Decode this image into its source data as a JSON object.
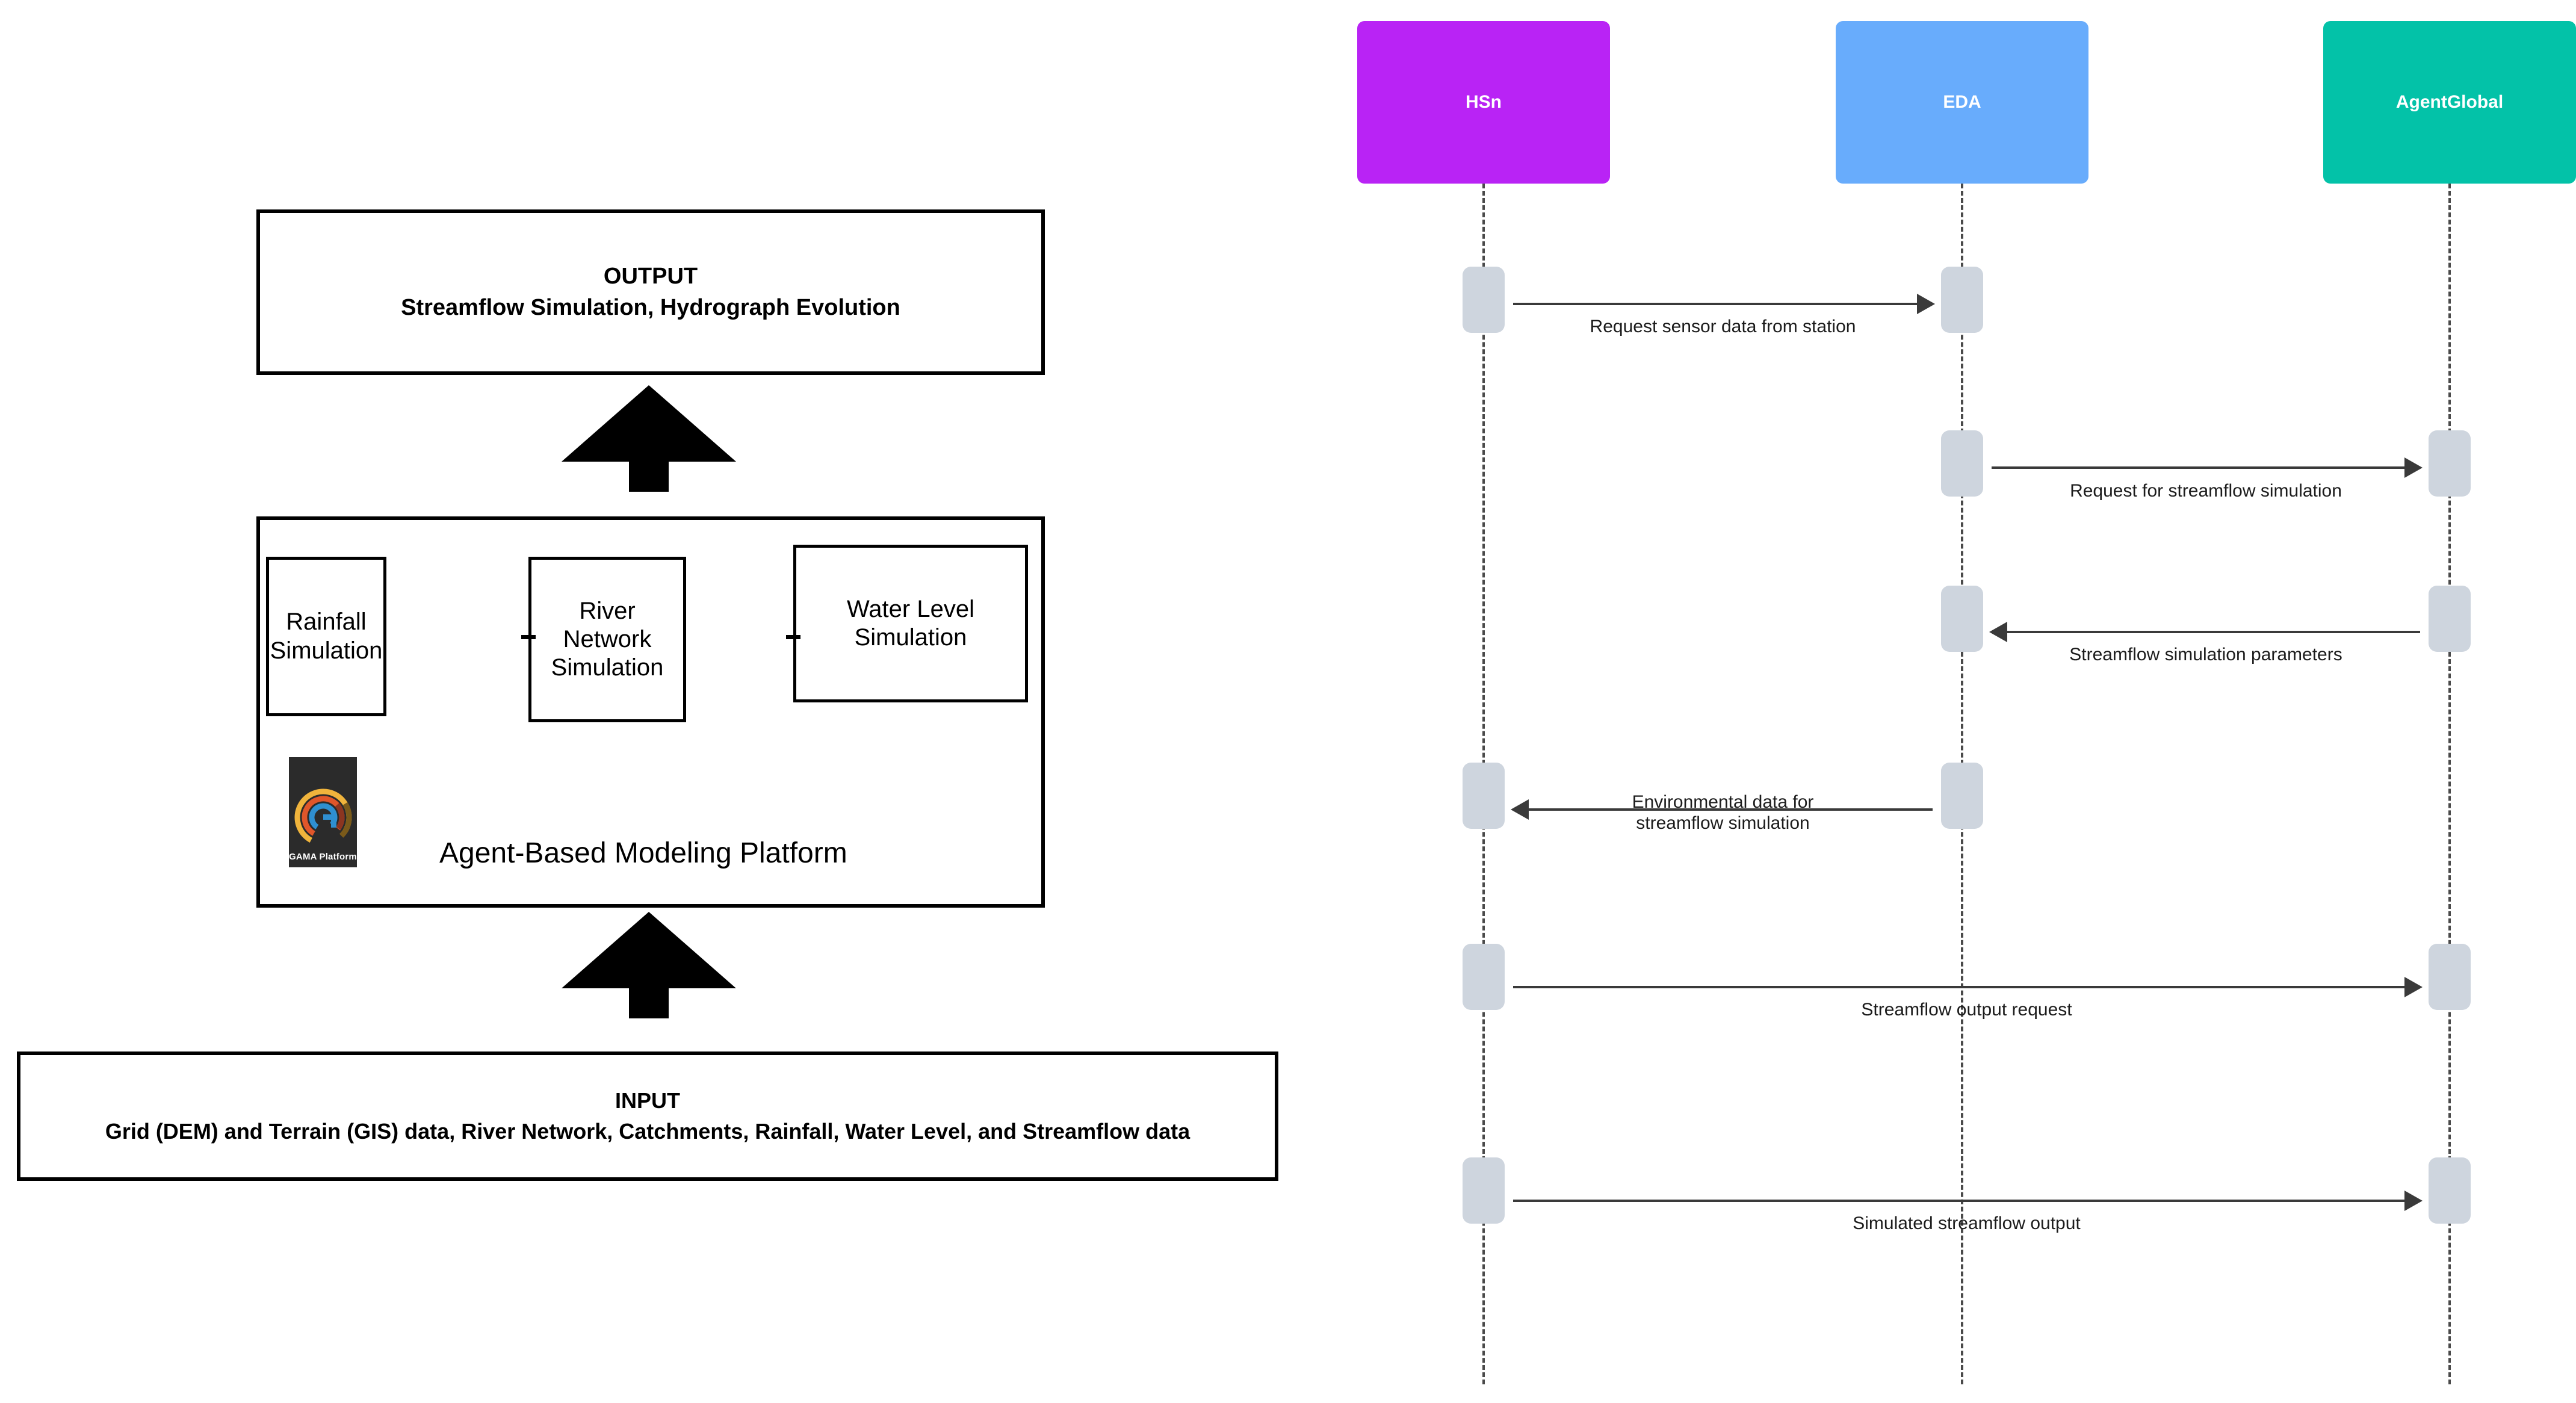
{
  "architecture": {
    "output_box": {
      "title": "OUTPUT",
      "subtitle": "Streamflow Simulation, Hydrograph Evolution"
    },
    "platform": {
      "label": "Agent-Based Modeling Platform",
      "logo_text": "GAMA Platform",
      "modules": [
        {
          "name": "Rainfall Simulation",
          "line1": "Rainfall",
          "line2": "Simulation"
        },
        {
          "name": "River Network Simulation",
          "line1": "River",
          "line2": "Network",
          "line3": "Simulation"
        },
        {
          "name": "Water Level Simulation",
          "line1": "Water Level",
          "line2": "Simulation"
        }
      ]
    },
    "input_box": {
      "title": "INPUT",
      "subtitle": "Grid (DEM) and Terrain (GIS) data, River Network, Catchments, Rainfall, Water Level, and Streamflow data"
    },
    "flow_arrows": [
      {
        "name": "input-to-platform",
        "direction": "up"
      },
      {
        "name": "platform-to-output",
        "direction": "up"
      }
    ]
  },
  "sequence_diagram": {
    "lifelines": [
      {
        "id": "hsn",
        "label": "HSn",
        "color": "#b923f5"
      },
      {
        "id": "eda",
        "label": "EDA",
        "color": "#68acfc"
      },
      {
        "id": "agentglobal",
        "label": "AgentGlobal",
        "color": "#03c2a8"
      }
    ],
    "activation_color": "#ced5de",
    "messages": [
      {
        "label": "Request sensor data from station",
        "from": "hsn",
        "to": "eda",
        "direction": "right"
      },
      {
        "label": "Request for streamflow simulation",
        "from": "eda",
        "to": "agentglobal",
        "direction": "right"
      },
      {
        "label": "Streamflow simulation parameters",
        "from": "agentglobal",
        "to": "eda",
        "direction": "left"
      },
      {
        "label": "Environmental data for\nstreamflow simulation",
        "from": "eda",
        "to": "hsn",
        "direction": "left"
      },
      {
        "label": "Streamflow output request",
        "from": "hsn",
        "to": "agentglobal",
        "direction": "right"
      },
      {
        "label": "Simulated streamflow output",
        "from": "hsn",
        "to": "agentglobal",
        "direction": "right"
      }
    ]
  }
}
